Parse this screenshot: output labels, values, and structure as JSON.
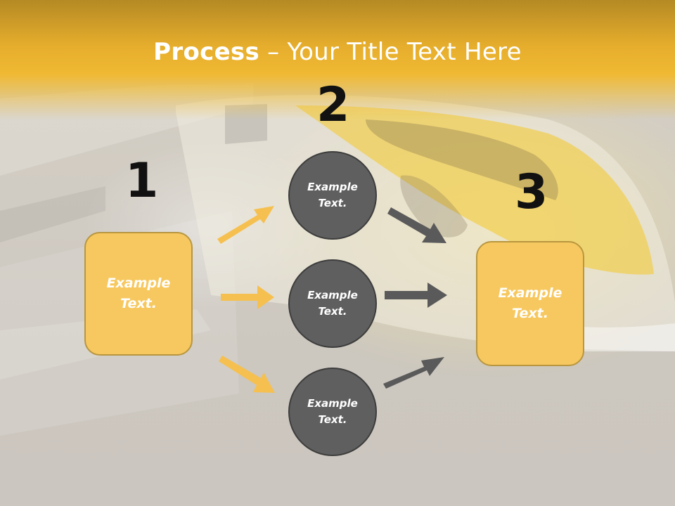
{
  "title": {
    "strong": "Process",
    "rest": " – Your Title Text Here"
  },
  "steps": {
    "one": {
      "number": "1",
      "label": "Example Text."
    },
    "two": {
      "number": "2",
      "items": [
        "Example Text.",
        "Example Text.",
        "Example Text."
      ]
    },
    "three": {
      "number": "3",
      "label": "Example Text."
    }
  },
  "colors": {
    "header": "#f0b933",
    "box_fill": "#f7c85f",
    "circle_fill": "#5f5f5f",
    "yellow_arrow": "#f5c04f",
    "gray_arrow": "#5a5a5a"
  }
}
